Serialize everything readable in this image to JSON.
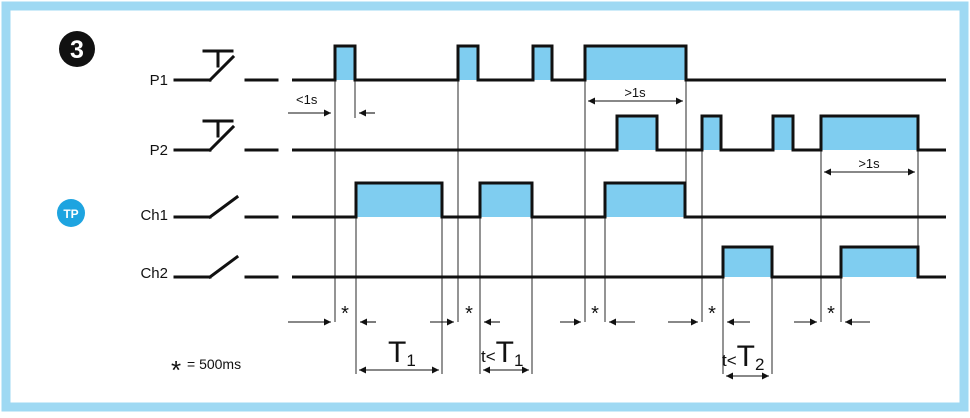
{
  "step_number": "3",
  "mode_badge": "TP",
  "colors": {
    "frame_border": "#9fd9f3",
    "pulse_fill": "#7fcdf0",
    "badge": "#1ea4e0",
    "line": "#111111"
  },
  "signals": {
    "p1": "P1",
    "p2": "P2",
    "ch1": "Ch1",
    "ch2": "Ch2"
  },
  "annotations": {
    "p1_short": "<1s",
    "p1_long": ">1s",
    "p2_long": ">1s",
    "delay_mark": "*",
    "t1_main": "T",
    "t1_sub": "1",
    "t_less": "t<",
    "t2_main": "T",
    "t2_sub": "2"
  },
  "legend": {
    "star": "*",
    "text": "= 500ms"
  }
}
